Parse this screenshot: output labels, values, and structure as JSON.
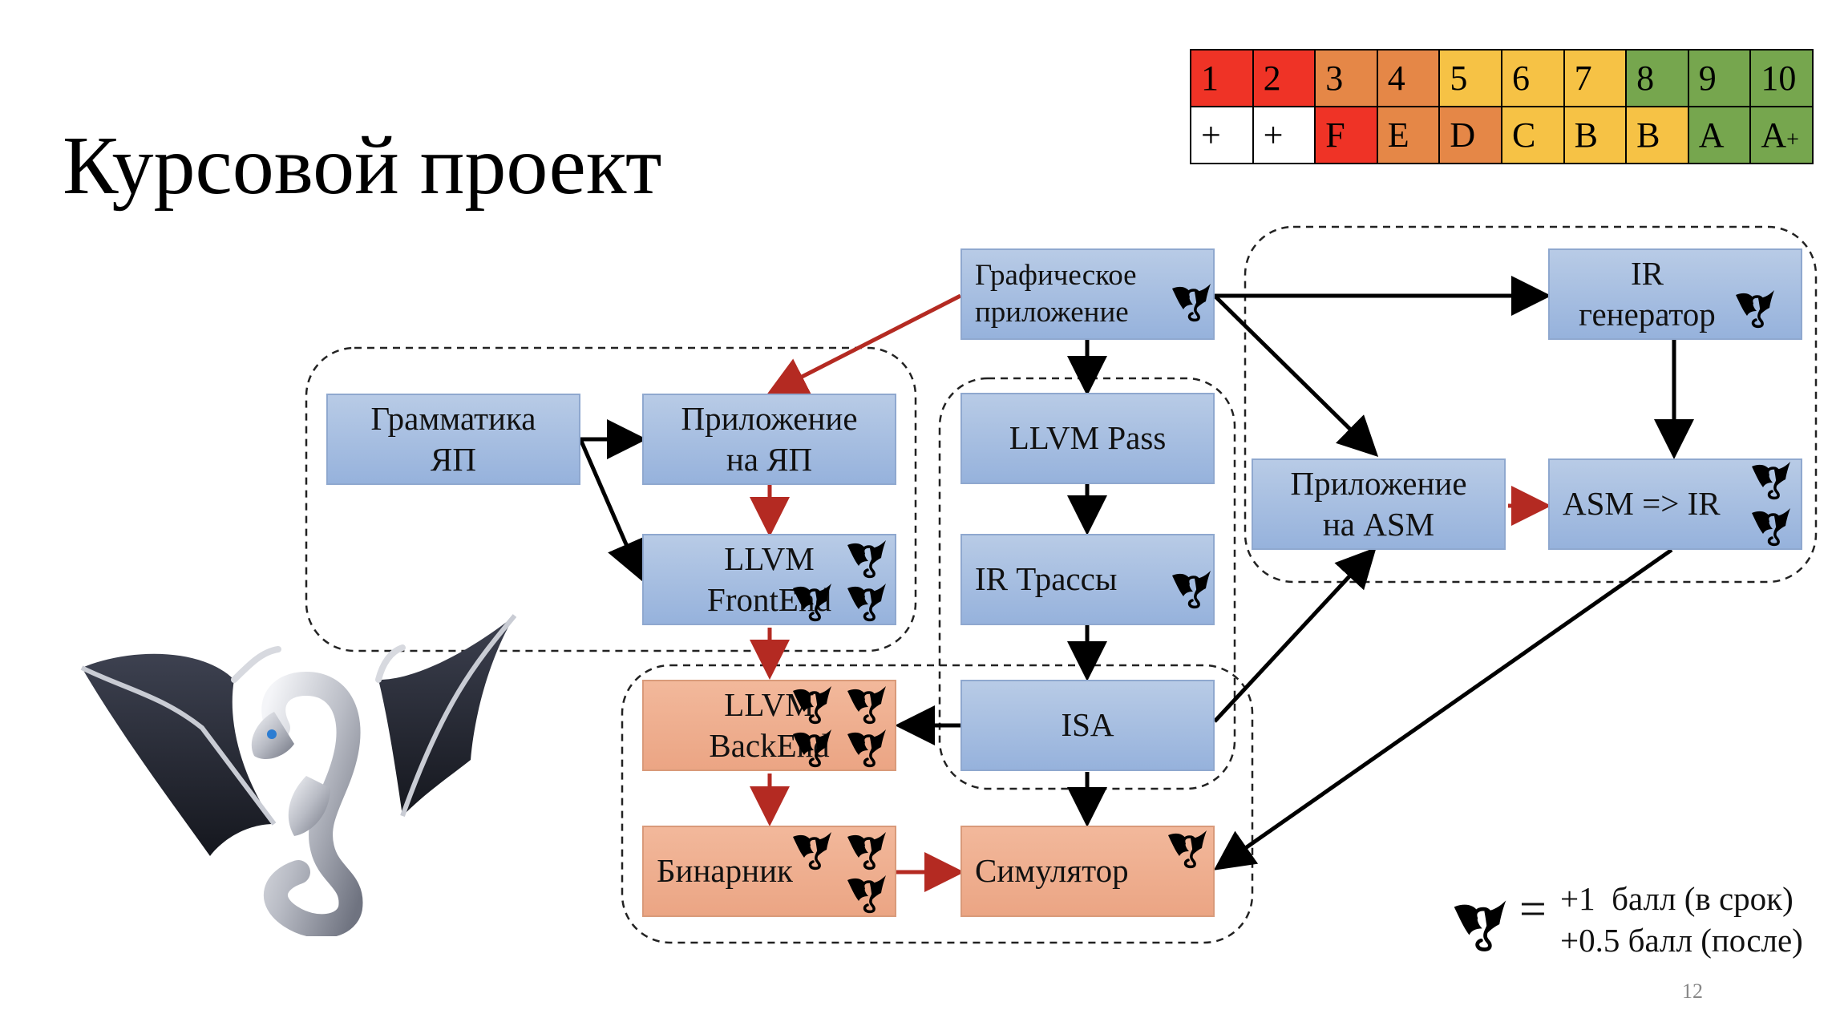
{
  "slide": {
    "title": "Курсовой проект",
    "page_number": "12"
  },
  "grade_table": {
    "numbers": [
      "1",
      "2",
      "3",
      "4",
      "5",
      "6",
      "7",
      "8",
      "9",
      "10"
    ],
    "grades": [
      {
        "main": "+",
        "sup": ""
      },
      {
        "main": "+",
        "sup": ""
      },
      {
        "main": "F",
        "sup": ""
      },
      {
        "main": "E",
        "sup": ""
      },
      {
        "main": "D",
        "sup": ""
      },
      {
        "main": "C",
        "sup": ""
      },
      {
        "main": "B",
        "sup": ""
      },
      {
        "main": "B",
        "sup": ""
      },
      {
        "main": "A",
        "sup": ""
      },
      {
        "main": "A",
        "sup": "+"
      }
    ],
    "top_colors": [
      "#ef3326",
      "#ef3326",
      "#e58747",
      "#e58747",
      "#f6c245",
      "#f6c245",
      "#f6c245",
      "#76a64e",
      "#76a64e",
      "#76a64e"
    ],
    "bottom_colors": [
      "#ffffff",
      "#ffffff",
      "#ef3326",
      "#e58747",
      "#e58747",
      "#f6c245",
      "#f6c245",
      "#f6c245",
      "#76a64e",
      "#76a64e"
    ]
  },
  "nodes": {
    "graphic_app": "Графическое\nприложение",
    "grammar": "Грамматика\nЯП",
    "app_lang": "Приложение\nна ЯП",
    "frontend": "LLVM\nFrontEnd",
    "llvm_pass": "LLVM Pass",
    "ir_traces": "IR Трассы",
    "isa": "ISA",
    "backend": "LLVM\nBackEnd",
    "binary": "Бинарник",
    "simulator": "Симулятор",
    "ir_generator": "IR\nгенератор",
    "app_asm": "Приложение\nна ASM",
    "asm_ir": "ASM => IR"
  },
  "legend": {
    "text": "+1  балл (в срок)\n+0.5 балл (после)",
    "equals": "="
  },
  "colors": {
    "box_blue": "#9db6de",
    "box_orange": "#efaf8f",
    "arrow_black": "#000000",
    "arrow_red": "#b42a22"
  },
  "icons": {
    "dragon": "llvm-dragon-icon",
    "logo": "llvm-dragon-logo"
  }
}
